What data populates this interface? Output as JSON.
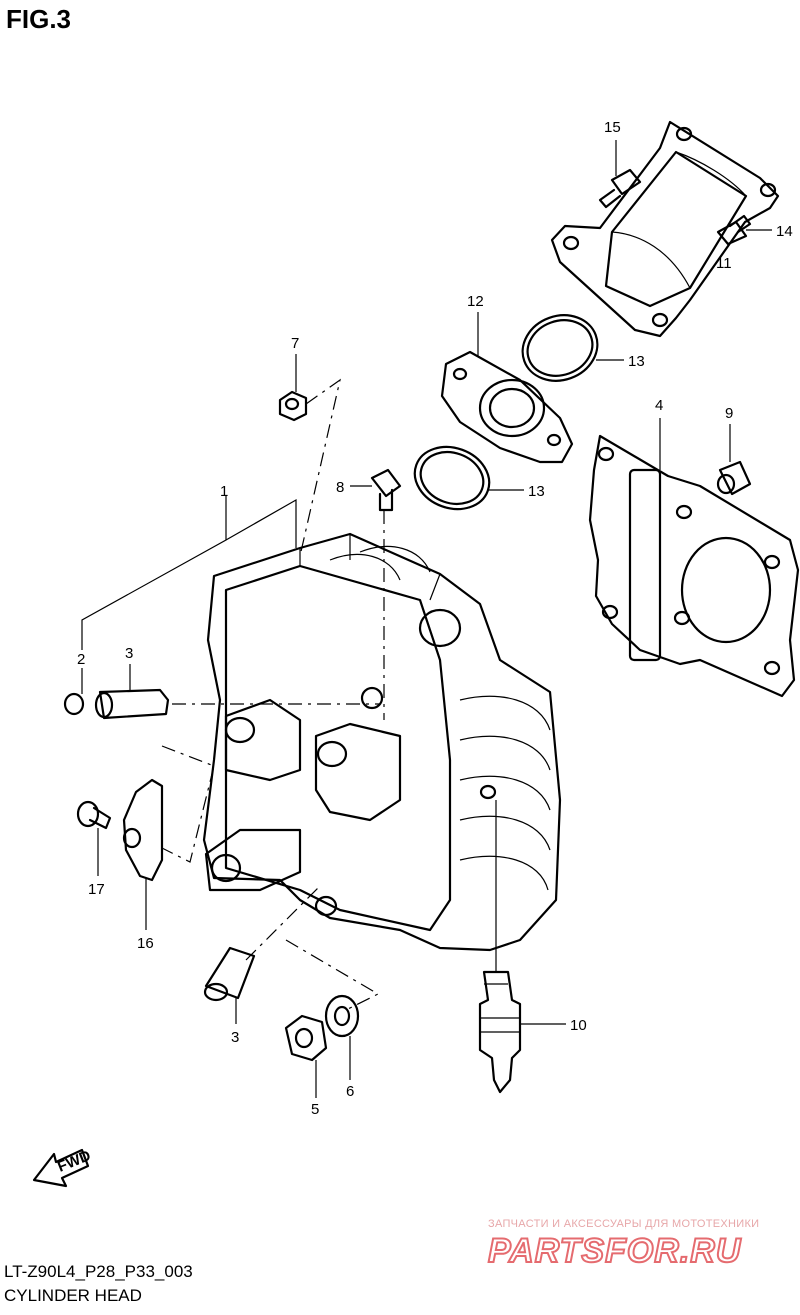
{
  "figure_title": "FIG.3",
  "drawing_code": "LT-Z90L4_P28_P33_003",
  "caption": "CYLINDER HEAD",
  "fwd_label": "FWD",
  "watermark": {
    "tagline": "ЗАПЧАСТИ И АКСЕССУАРЫ ДЛЯ МОТОТЕХНИКИ",
    "brand": "PARTSFOR.RU"
  },
  "callouts": [
    "1",
    "2",
    "3",
    "3",
    "4",
    "5",
    "6",
    "7",
    "8",
    "9",
    "10",
    "11",
    "12",
    "13",
    "13",
    "14",
    "15",
    "16",
    "17"
  ]
}
